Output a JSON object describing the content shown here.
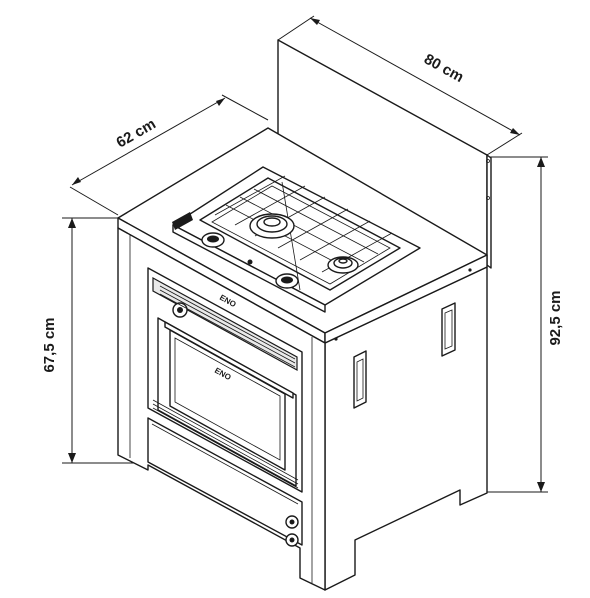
{
  "dimensions": {
    "width": "80 cm",
    "depth": "62 cm",
    "cabinet_height": "67,5 cm",
    "total_height": "92,5 cm"
  },
  "brand_marks": [
    "ENO",
    "ENO"
  ],
  "palette": {
    "line": "#1a1a1a",
    "background": "#ffffff",
    "panel": "#e9e9e9"
  },
  "icons": [
    "burner-icon",
    "knob-icon",
    "oven-door-handle-icon"
  ]
}
